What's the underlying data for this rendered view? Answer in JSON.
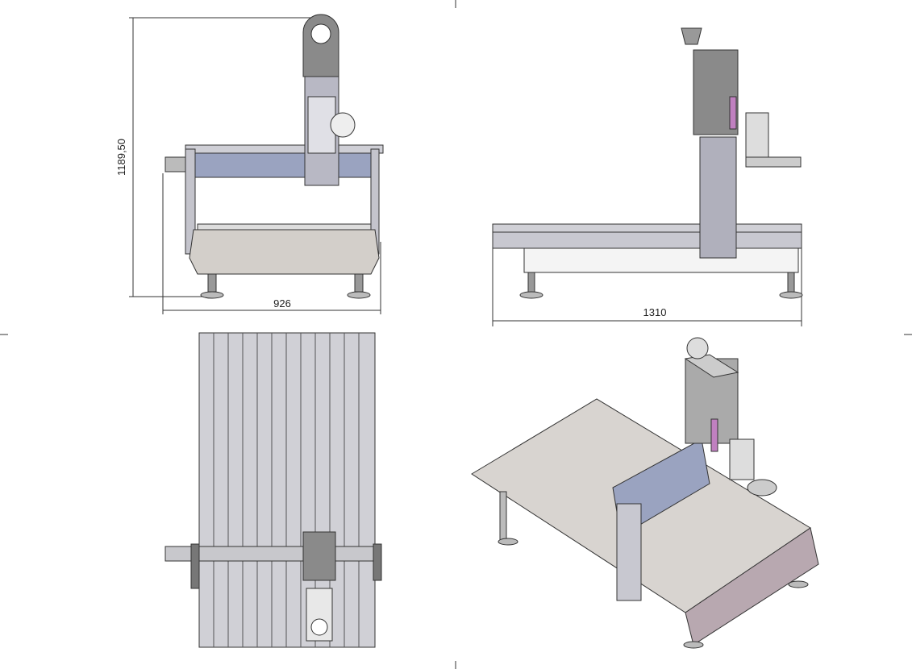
{
  "dimensions": {
    "height": "1189,50",
    "width_front": "926",
    "length_side": "1310"
  },
  "colors": {
    "frame": "#c9c9cf",
    "table": "#d8d4d0",
    "head": "#8a8a8a",
    "rail": "#5a6a90",
    "accent": "#c080c0"
  }
}
